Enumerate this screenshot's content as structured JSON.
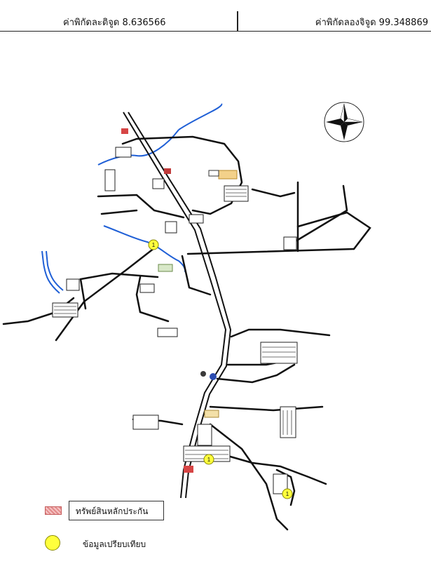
{
  "header": {
    "latitude_label": "ค่าพิกัดละติจูด 8.636566",
    "longitude_label": "ค่าพิกัดลองจิจูด 99.348869"
  },
  "markers": [
    {
      "label": "1"
    },
    {
      "label": "1"
    },
    {
      "label": "1"
    }
  ],
  "legend": {
    "collateral_label": "ทรัพย์สินหลักประกัน",
    "comparable_label": "ข้อมูลเปรียบเทียบ"
  },
  "colors": {
    "road": "#111111",
    "river": "#1f5fd6",
    "marker": "#ffff3c",
    "collateral": "#e38a8a"
  },
  "icons": [
    "compass-rose-icon",
    "building-icon",
    "temple-icon",
    "school-icon"
  ]
}
